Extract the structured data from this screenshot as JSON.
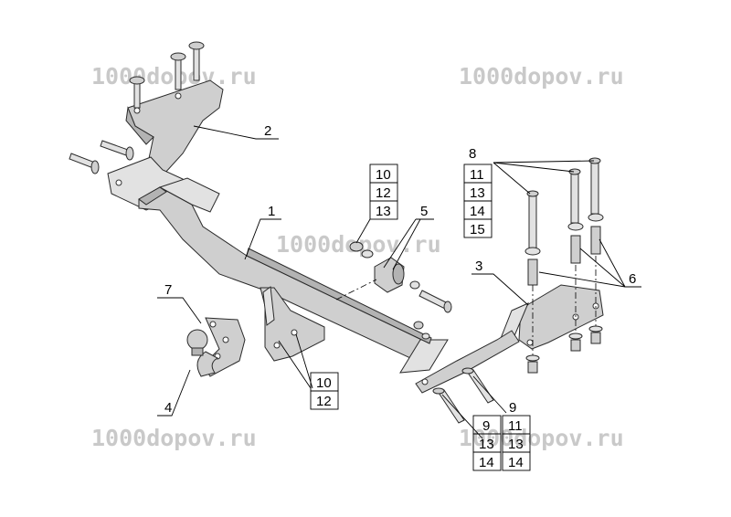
{
  "watermark": "1000dopov.ru",
  "callouts": {
    "c1": "1",
    "c2": "2",
    "c3": "3",
    "c4": "4",
    "c5": "5",
    "c6": "6",
    "c7": "7",
    "c8": "8"
  },
  "tables": {
    "bolt_set_center": [
      "10",
      "12",
      "13"
    ],
    "bolt_set_right_top": [
      "11",
      "13",
      "14",
      "15"
    ],
    "bolt_set_bracket": [
      "10",
      "12"
    ],
    "bolt_set_lower_left": [
      "9",
      "13",
      "14"
    ],
    "bolt_set_lower_right": [
      "9",
      "11",
      "13",
      "14"
    ]
  }
}
